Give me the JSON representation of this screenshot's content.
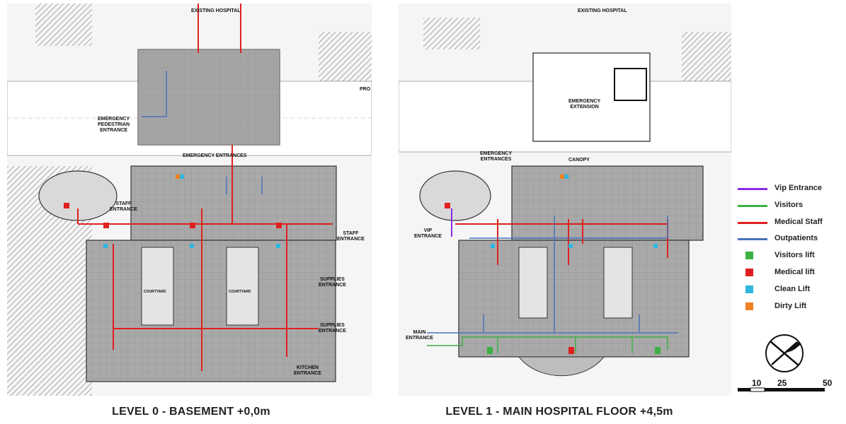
{
  "plans": [
    {
      "caption": "LEVEL 0 - BASEMENT +0,0m",
      "labels": {
        "existing_hospital": "EXISTING HOSPITAL",
        "emergency_pedestrian": "EMERGENCY\nPEDESTRIAN\nENTRANCE",
        "emergency_entrances": "EMERGENCY ENTRANCES",
        "staff_entrance_left": "STAFF\nENTRANCE",
        "staff_entrance_right": "STAFF\nENTRANCE",
        "supplies_entrance_1": "SUPPLIES\nENTRANCE",
        "supplies_entrance_2": "SUPPLIES\nENTRANCE",
        "kitchen_entrance": "KITCHEN\nENTRANCE",
        "courtyard_1": "COURTYARD",
        "courtyard_2": "COURTYARD",
        "parking_fragment": "PRO"
      }
    },
    {
      "caption": "LEVEL 1 - MAIN HOSPITAL FLOOR +4,5m",
      "labels": {
        "existing_hospital": "EXISTING HOSPITAL",
        "emergency_extension": "EMERGENCY\nEXTENSION",
        "emergency_entrances": "EMERGENCY\nENTRANCES",
        "canopy": "CANOPY",
        "vip_entrance": "VIP\nENTRANCE",
        "main_entrance": "MAIN\nENTRANCE"
      }
    }
  ],
  "legend": [
    {
      "label": "Vip Entrance",
      "kind": "line",
      "color": "#8a2be2"
    },
    {
      "label": "Visitors",
      "kind": "line",
      "color": "#3cb043"
    },
    {
      "label": "Medical Staff",
      "kind": "line",
      "color": "#e02020"
    },
    {
      "label": "Outpatients",
      "kind": "line",
      "color": "#4a72b8"
    },
    {
      "label": "Visitors lift",
      "kind": "box",
      "color": "#3cb043"
    },
    {
      "label": "Medical lift",
      "kind": "box",
      "color": "#e02020"
    },
    {
      "label": "Clean Lift",
      "kind": "box",
      "color": "#2eb5e0"
    },
    {
      "label": "Dirty Lift",
      "kind": "box",
      "color": "#f08020"
    }
  ],
  "scale": {
    "marks": [
      "10",
      "25",
      "50"
    ]
  },
  "compass": {
    "icon": "north-arrow-icon"
  }
}
